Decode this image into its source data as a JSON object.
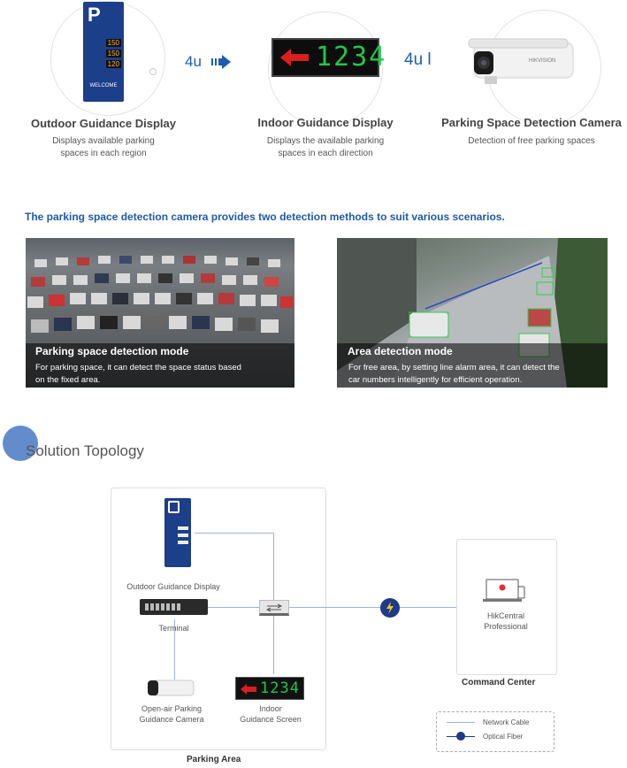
{
  "products": [
    {
      "title": "Outdoor Guidance Display",
      "desc": [
        "Displays available parking",
        "spaces in each region"
      ]
    },
    {
      "title": "Indoor Guidance Display",
      "desc": [
        "Displays the available parking",
        "spaces in each direction"
      ]
    },
    {
      "title": "Parking  Space Detection Camera",
      "desc": [
        "Detection of free parking spaces"
      ]
    }
  ],
  "connectors": [
    "4u",
    "4u l"
  ],
  "indoor_display_digits": "1234",
  "outdoor_sign": {
    "letter": "P",
    "counts": [
      "150",
      "150",
      "120"
    ],
    "welcome": "WELCOME"
  },
  "camera_brand": "HIKVISION",
  "lead_text": "The parking space detection camera provides two detection methods to suit various scenarios.",
  "modes": [
    {
      "title": "Parking space detection mode",
      "text": [
        "For parking space, it can detect the space status based",
        "on the fixed area."
      ]
    },
    {
      "title": "Area detection mode",
      "text": [
        "For free area, by setting line alarm area, it can detect the",
        "car numbers intelligently for efficient operation."
      ]
    }
  ],
  "section_title": "Solution Topology",
  "topology": {
    "outdoor_display": "Outdoor Guidance Display",
    "terminal": "Terminal",
    "camera": [
      "Open-air Parking",
      "Guidance Camera"
    ],
    "indoor_screen": [
      "Indoor",
      "Guidance Screen"
    ],
    "indoor_digits": "1234",
    "hikcentral": [
      "HikCentral",
      "Professional"
    ],
    "command_center": "Command Center",
    "parking_area": "Parking Area",
    "legend_network": "Network Cable",
    "legend_fiber": "Optical Fiber"
  },
  "colors": {
    "accent": "#1f5aa8",
    "digits_green": "#22c64a",
    "arrow_red": "#e02020"
  }
}
